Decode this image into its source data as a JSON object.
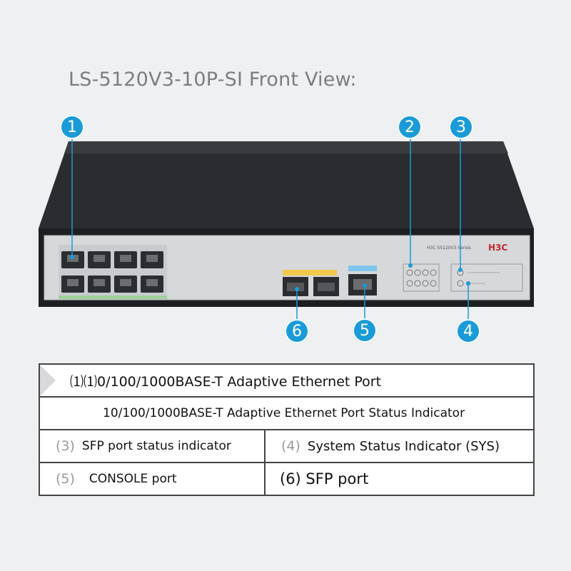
{
  "title": "LS-5120V3-10P-SI Front View:",
  "callouts": {
    "c1": "1",
    "c2": "2",
    "c3": "3",
    "c4": "4",
    "c5": "5",
    "c6": "6"
  },
  "device": {
    "brand": "H3C",
    "series": "H3C S5120V3 Series"
  },
  "legend": {
    "row1": "⑴⑴0/100/1000BASE-T Adaptive Ethernet Port",
    "row2": "10/100/1000BASE-T Adaptive Ethernet Port Status Indicator",
    "row3_num": "(3)",
    "row3_text": "SFP port status indicator",
    "row3b_num": "(4)",
    "row3b_text": "System Status Indicator (SYS)",
    "row4_num": "(5)",
    "row4_text": "CONSOLE port",
    "row4b_text": "(6) SFP port"
  },
  "colors": {
    "callout": "#1a9bd7",
    "chassis": "#2a2b2e",
    "panel": "#d4d6d8",
    "brand": "#c0282d"
  }
}
